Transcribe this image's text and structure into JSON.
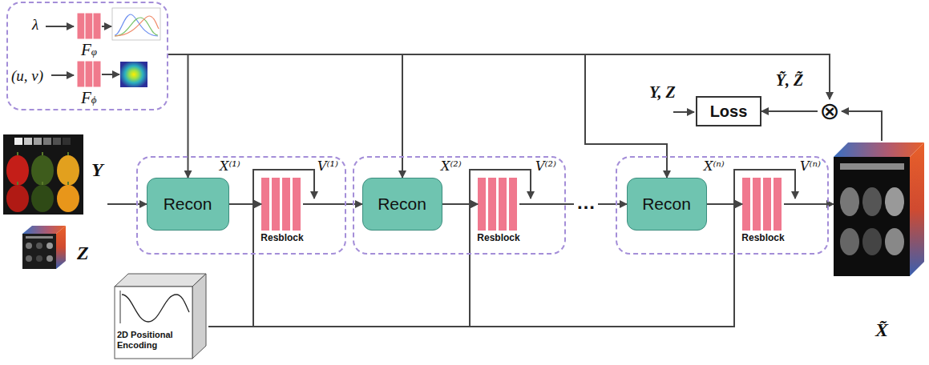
{
  "diagram": {
    "nodes": [
      {
        "text": [
          "λ",
          "(u, v)"
        ]
      },
      {
        "text": [
          "Fφ"
        ],
        "in": 0
      },
      {
        "text": [
          "Fϕ"
        ],
        "in": 0
      },
      {
        "text": [
          "Y"
        ]
      },
      {
        "text": [
          "Z"
        ]
      },
      {
        "text": [
          "X⁽¹⁾",
          "V⁽¹⁾"
        ]
      },
      {
        "text": [
          "Recon"
        ],
        "in": 5
      },
      {
        "text": [
          "Resblock"
        ],
        "in": 5
      },
      {
        "text": [
          "X⁽²⁾",
          "V⁽²⁾"
        ]
      },
      {
        "text": [
          "Recon"
        ],
        "in": 8
      },
      {
        "text": [
          "Resblock"
        ],
        "in": 8
      },
      {
        "text": [
          "X⁽ⁿ⁾",
          "V⁽ⁿ⁾"
        ]
      },
      {
        "text": [
          "Recon"
        ],
        "in": 11
      },
      {
        "text": [
          "Resblock"
        ],
        "in": 11
      },
      {
        "text": [
          "2D Positional Encoding"
        ]
      },
      {
        "text": [
          "X̃"
        ]
      },
      {
        "text": [
          "⊗"
        ]
      },
      {
        "text": [
          "Loss"
        ]
      }
    ],
    "edges": [
      {
        "from": 0,
        "to": 6,
        "arrow": "to"
      },
      {
        "from": 0,
        "to": 9,
        "arrow": "to"
      },
      {
        "from": 0,
        "to": 12,
        "arrow": "to"
      },
      {
        "from": 0,
        "to": 16,
        "arrow": "to"
      },
      {
        "from": 3,
        "to": 6,
        "arrow": "to"
      },
      {
        "from": 6,
        "to": 7,
        "arrow": "to"
      },
      {
        "from": 7,
        "to": 9,
        "arrow": "to"
      },
      {
        "from": 9,
        "to": 10,
        "arrow": "to"
      },
      {
        "from": 10,
        "to": 12,
        "arrow": "to"
      },
      {
        "from": 12,
        "to": 13,
        "arrow": "to"
      },
      {
        "from": 13,
        "to": 15,
        "arrow": "to"
      },
      {
        "from": 14,
        "to": 7,
        "arrow": "to"
      },
      {
        "from": 14,
        "to": 10,
        "arrow": "to"
      },
      {
        "from": 14,
        "to": 13,
        "arrow": "to"
      },
      {
        "from": 15,
        "to": 16,
        "arrow": "to"
      },
      {
        "from": 16,
        "to": 17,
        "label": "Ỹ, Z̃",
        "arrow": "to"
      }
    ],
    "labels": [
      "…",
      "Y, Z"
    ]
  }
}
